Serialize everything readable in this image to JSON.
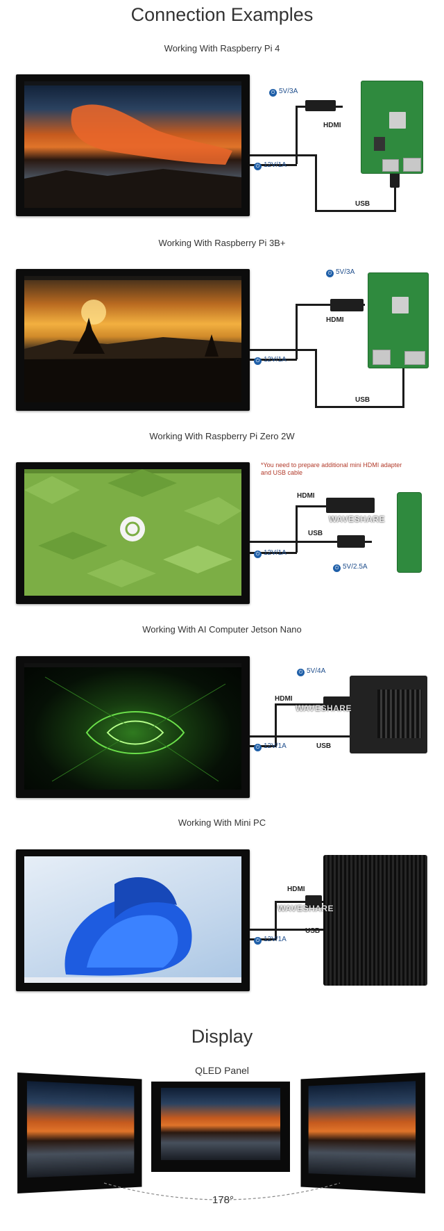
{
  "header": {
    "title": "Connection Examples"
  },
  "sections": [
    {
      "title": "Working With Raspberry Pi 4",
      "labels": {
        "power_in": "12V/1A",
        "pi_power": "5V/3A",
        "hdmi": "HDMI",
        "usb": "USB"
      }
    },
    {
      "title": "Working With Raspberry Pi 3B+",
      "labels": {
        "power_in": "12V/1A",
        "pi_power": "5V/3A",
        "hdmi": "HDMI",
        "usb": "USB"
      }
    },
    {
      "title": "Working With Raspberry Pi Zero 2W",
      "labels": {
        "power_in": "12V/1A",
        "pi_power": "5V/2.5A",
        "hdmi": "HDMI",
        "usb": "USB"
      },
      "note_line1": "*You need to prepare additional mini HDMI adapter",
      "note_line2": "and USB cable",
      "watermark": "WAVESHARE"
    },
    {
      "title": "Working With AI Computer Jetson Nano",
      "labels": {
        "power_in": "12V/1A",
        "pi_power": "5V/4A",
        "hdmi": "HDMI",
        "usb": "USB"
      },
      "watermark": "WAVESHARE"
    },
    {
      "title": "Working With Mini PC",
      "labels": {
        "power_in": "12V/1A",
        "hdmi": "HDMI",
        "usb": "USB"
      },
      "watermark": "WAVESHARE"
    }
  ],
  "display": {
    "title": "Display",
    "subtitle": "QLED Panel",
    "angle": "178°"
  },
  "colors": {
    "power_badge": "#1f4e8c",
    "note": "#b23a2a",
    "board_green": "#2f8a3e"
  }
}
